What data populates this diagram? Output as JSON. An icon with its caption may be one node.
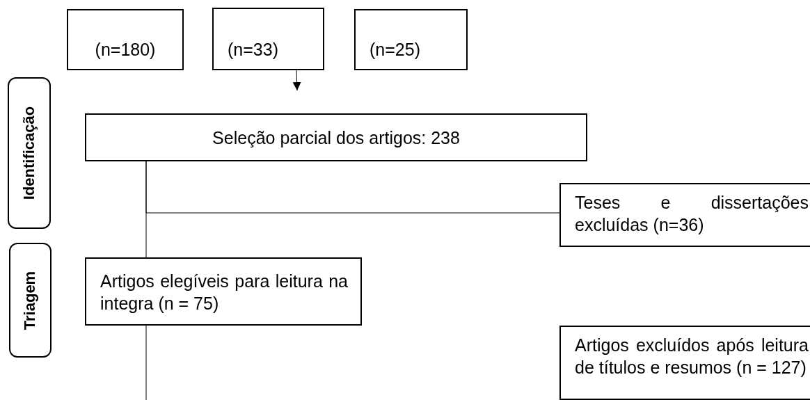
{
  "diagram": {
    "nodes": [
      {
        "text": [
          "(n=180)"
        ]
      },
      {
        "text": [
          "(n=33)"
        ]
      },
      {
        "text": [
          "(n=25)"
        ]
      },
      {
        "text": [
          "Identificação"
        ]
      },
      {
        "text": [
          "Seleção parcial dos artigos: 238"
        ]
      },
      {
        "text": [
          "Teses e dissertações excluídas (n=36)"
        ]
      },
      {
        "text": [
          "Triagem"
        ]
      },
      {
        "text": [
          "Artigos elegíveis para leitura na integra (n = 75)"
        ]
      },
      {
        "text": [
          "Artigos excluídos após leitura de títulos e resumos (n = 127)"
        ]
      }
    ],
    "edges": [
      {
        "from": 1,
        "to": null,
        "arrow": "to"
      },
      {
        "from": 4,
        "to": 7,
        "arrow": "none"
      },
      {
        "from": 4,
        "to": 5,
        "arrow": "none"
      },
      {
        "from": 7,
        "to": null,
        "arrow": "none"
      }
    ]
  }
}
